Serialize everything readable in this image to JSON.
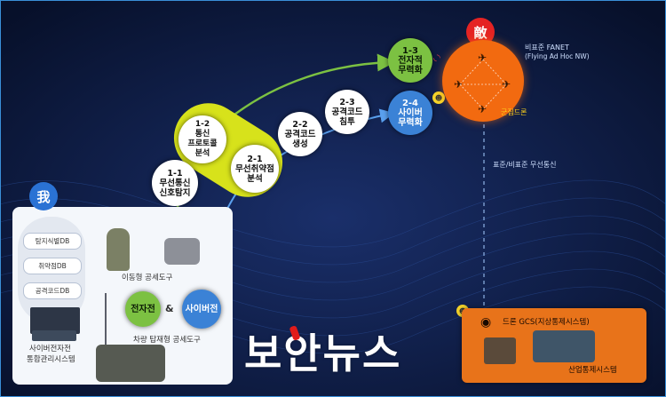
{
  "steps": {
    "s11": [
      "1-1",
      "무선통신",
      "신호탐지"
    ],
    "s12": [
      "1-2",
      "통신",
      "프로토콜",
      "분석"
    ],
    "s21": [
      "2-1",
      "무선취약점",
      "분석"
    ],
    "s22": [
      "2-2",
      "공격코드",
      "생성"
    ],
    "s23": [
      "2-3",
      "공격코드",
      "침투"
    ],
    "s13": [
      "1-3",
      "전자적",
      "무력화"
    ],
    "s24": [
      "2-4",
      "사이버",
      "무력화"
    ]
  },
  "enemy": {
    "badge": "敵",
    "fanet": [
      "비표준 FANET",
      "(Flying Ad Hoc NW)"
    ],
    "drone_group": "군집드론",
    "link_label": "표준/비표준 무선통신"
  },
  "ours": {
    "badge": "我",
    "db": [
      "탐지식별DB",
      "취약점DB",
      "공격코드DB"
    ],
    "system": [
      "사이버전자전",
      "통합관리시스템"
    ],
    "mobile_tool": "이동형 공세도구",
    "vehicle_tool": "차량 탑재형 공세도구",
    "ew": "전자전",
    "amp": "&",
    "cyber": "사이버전"
  },
  "drone_control": {
    "gcs": "드론 GCS(지상통제시스템)",
    "industrial": "산업통제시스템"
  },
  "watermark": "보안뉴스",
  "colors": {
    "green": "#7cc142",
    "blue": "#3b82d6",
    "yellow": "#d7e21b",
    "enemy": "#f26a10",
    "ours": "#2a72d4"
  }
}
